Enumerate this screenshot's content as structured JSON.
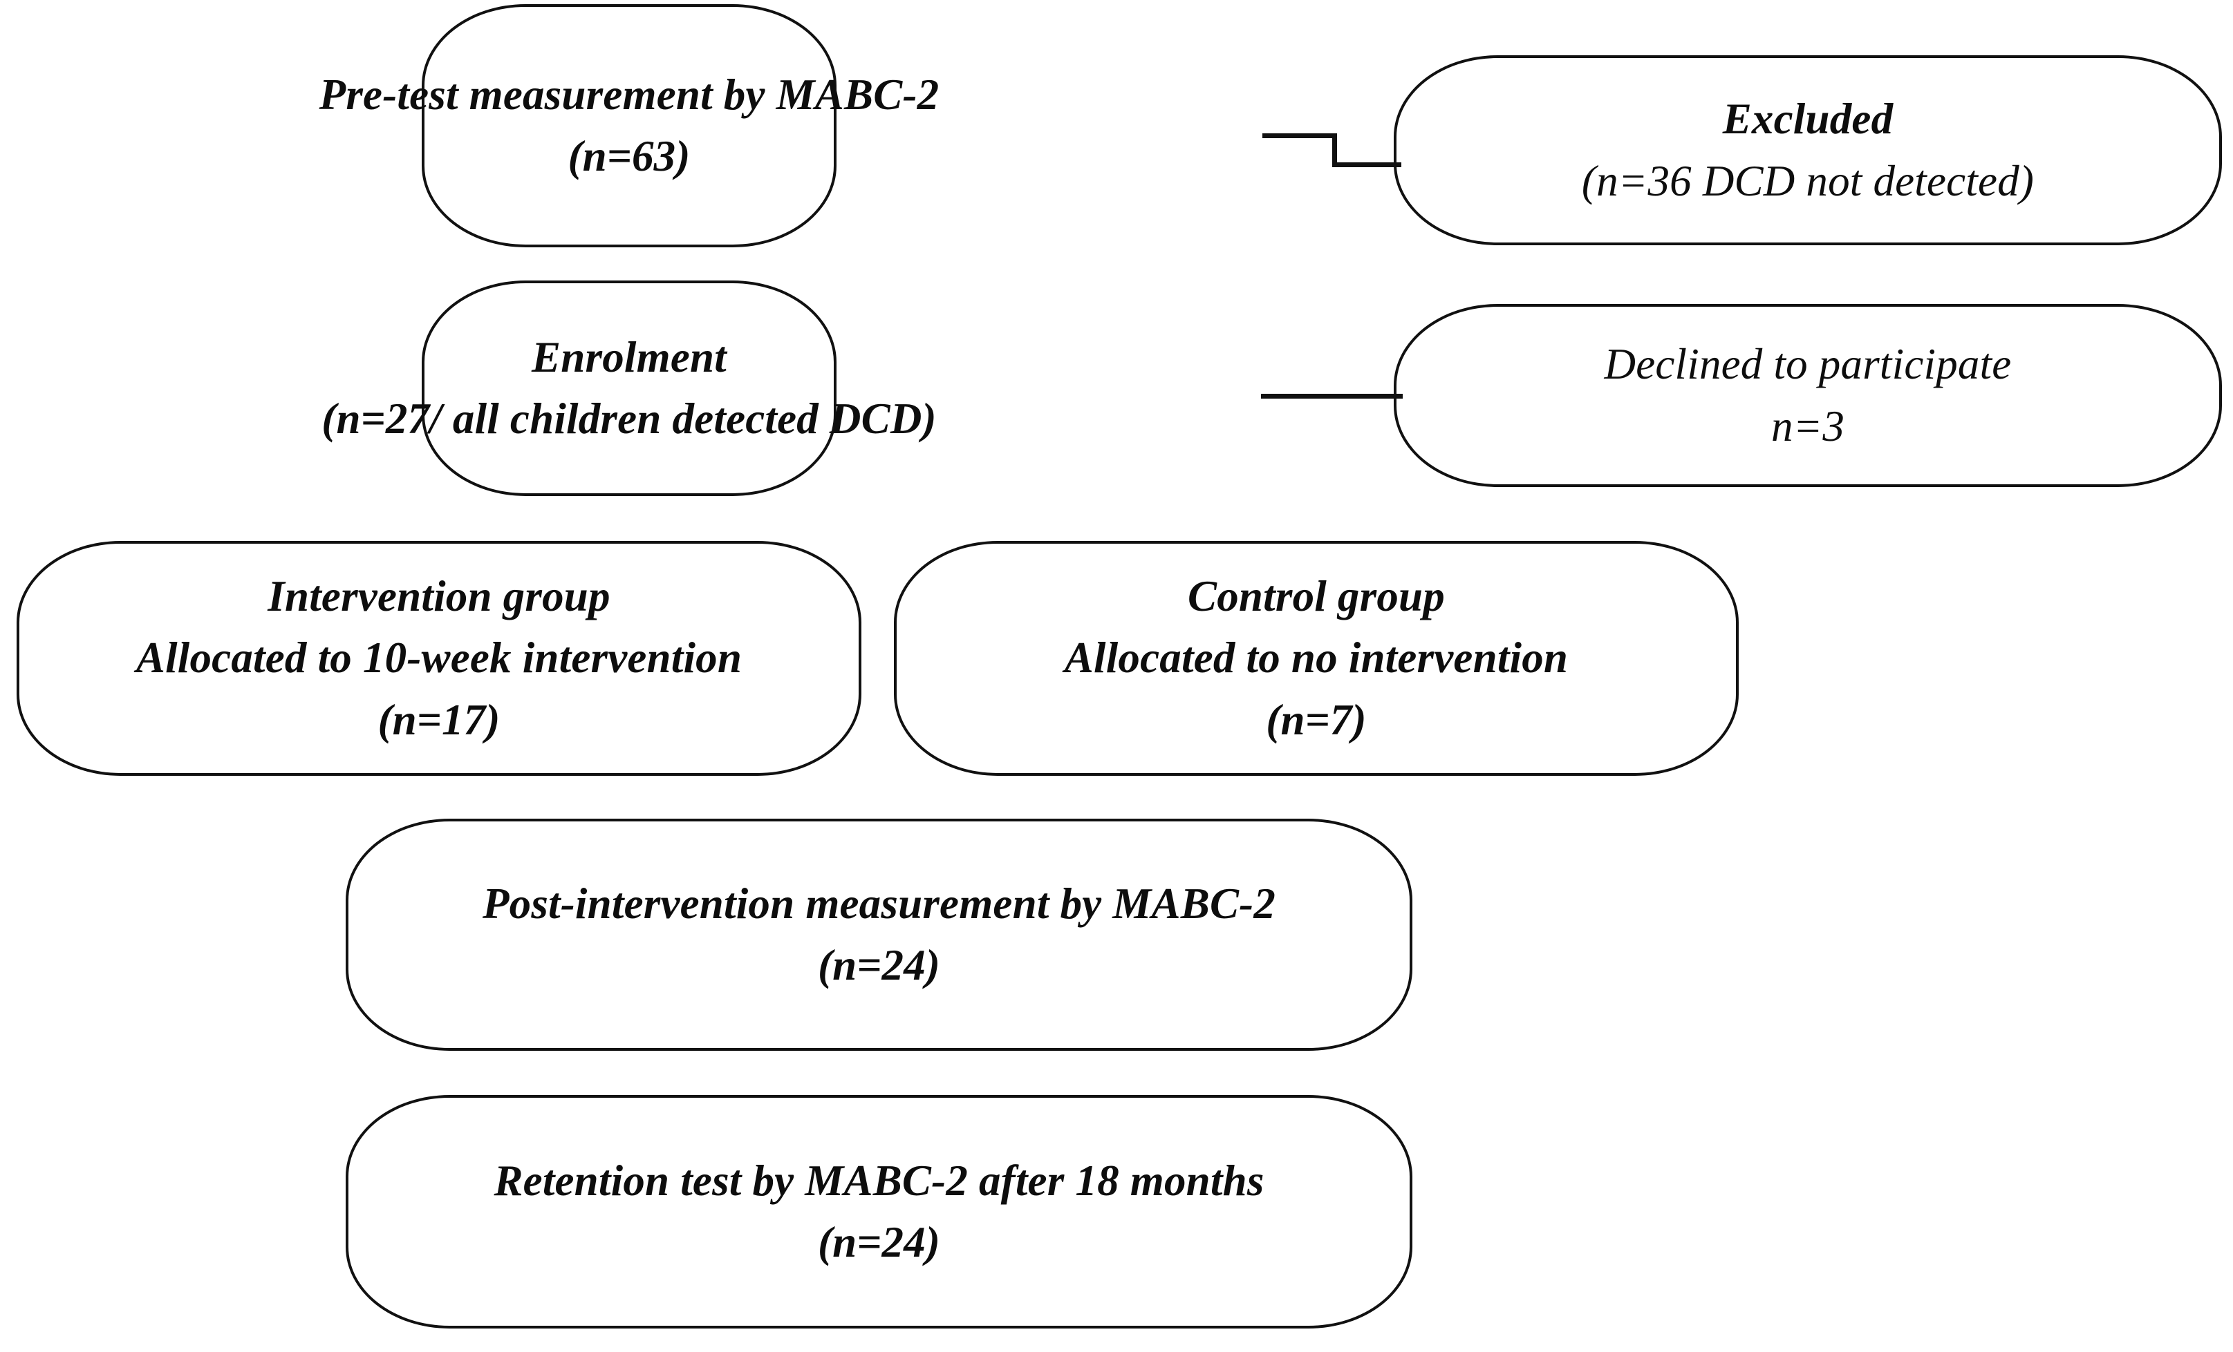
{
  "diagram": {
    "title": "Participant flow diagram",
    "style": {
      "stroke_color": "#111111",
      "text_color": "#0d0d0d",
      "background": "#ffffff"
    },
    "nodes": [
      {
        "id": "pre-test",
        "name": "pre-test-measurement-box",
        "lines": [
          {
            "text": "Pre-test measurement by MABC-2",
            "bold": true
          },
          {
            "text": "(n=63)",
            "bold": true
          }
        ]
      },
      {
        "id": "excluded",
        "name": "excluded-box",
        "lines": [
          {
            "text": "Excluded",
            "bold": true
          },
          {
            "text": "(n=36 DCD not detected)",
            "bold": false
          }
        ]
      },
      {
        "id": "enrolment",
        "name": "enrolment-box",
        "lines": [
          {
            "text": "Enrolment",
            "bold": true
          },
          {
            "text": "(n=27/ all children detected DCD)",
            "bold": true
          }
        ]
      },
      {
        "id": "declined",
        "name": "declined-to-participate-box",
        "lines": [
          {
            "text": "Declined to participate",
            "bold": false
          },
          {
            "text": "n=3",
            "bold": false
          }
        ]
      },
      {
        "id": "intervention",
        "name": "intervention-group-box",
        "lines": [
          {
            "text": "Intervention group",
            "bold": true
          },
          {
            "text": "Allocated to 10-week intervention",
            "bold": true
          },
          {
            "text": "(n=17)",
            "bold": true
          }
        ]
      },
      {
        "id": "control",
        "name": "control-group-box",
        "lines": [
          {
            "text": "Control group",
            "bold": true
          },
          {
            "text": "Allocated to no intervention",
            "bold": true
          },
          {
            "text": "(n=7)",
            "bold": true
          }
        ]
      },
      {
        "id": "post",
        "name": "post-intervention-measurement-box",
        "lines": [
          {
            "text": "Post-intervention measurement by MABC-2",
            "bold": true
          },
          {
            "text": "(n=24)",
            "bold": true
          }
        ]
      },
      {
        "id": "retention",
        "name": "retention-test-box",
        "lines": [
          {
            "text": "Retention test by MABC-2 after 18 months",
            "bold": true
          },
          {
            "text": "(n=24)",
            "bold": true
          }
        ]
      }
    ],
    "connectors": [
      {
        "id": "pretest-to-excluded",
        "name": "connector-pretest-excluded",
        "shape": "stepped"
      },
      {
        "id": "enrolment-to-declined",
        "name": "connector-enrolment-declined",
        "shape": "straight"
      }
    ]
  }
}
